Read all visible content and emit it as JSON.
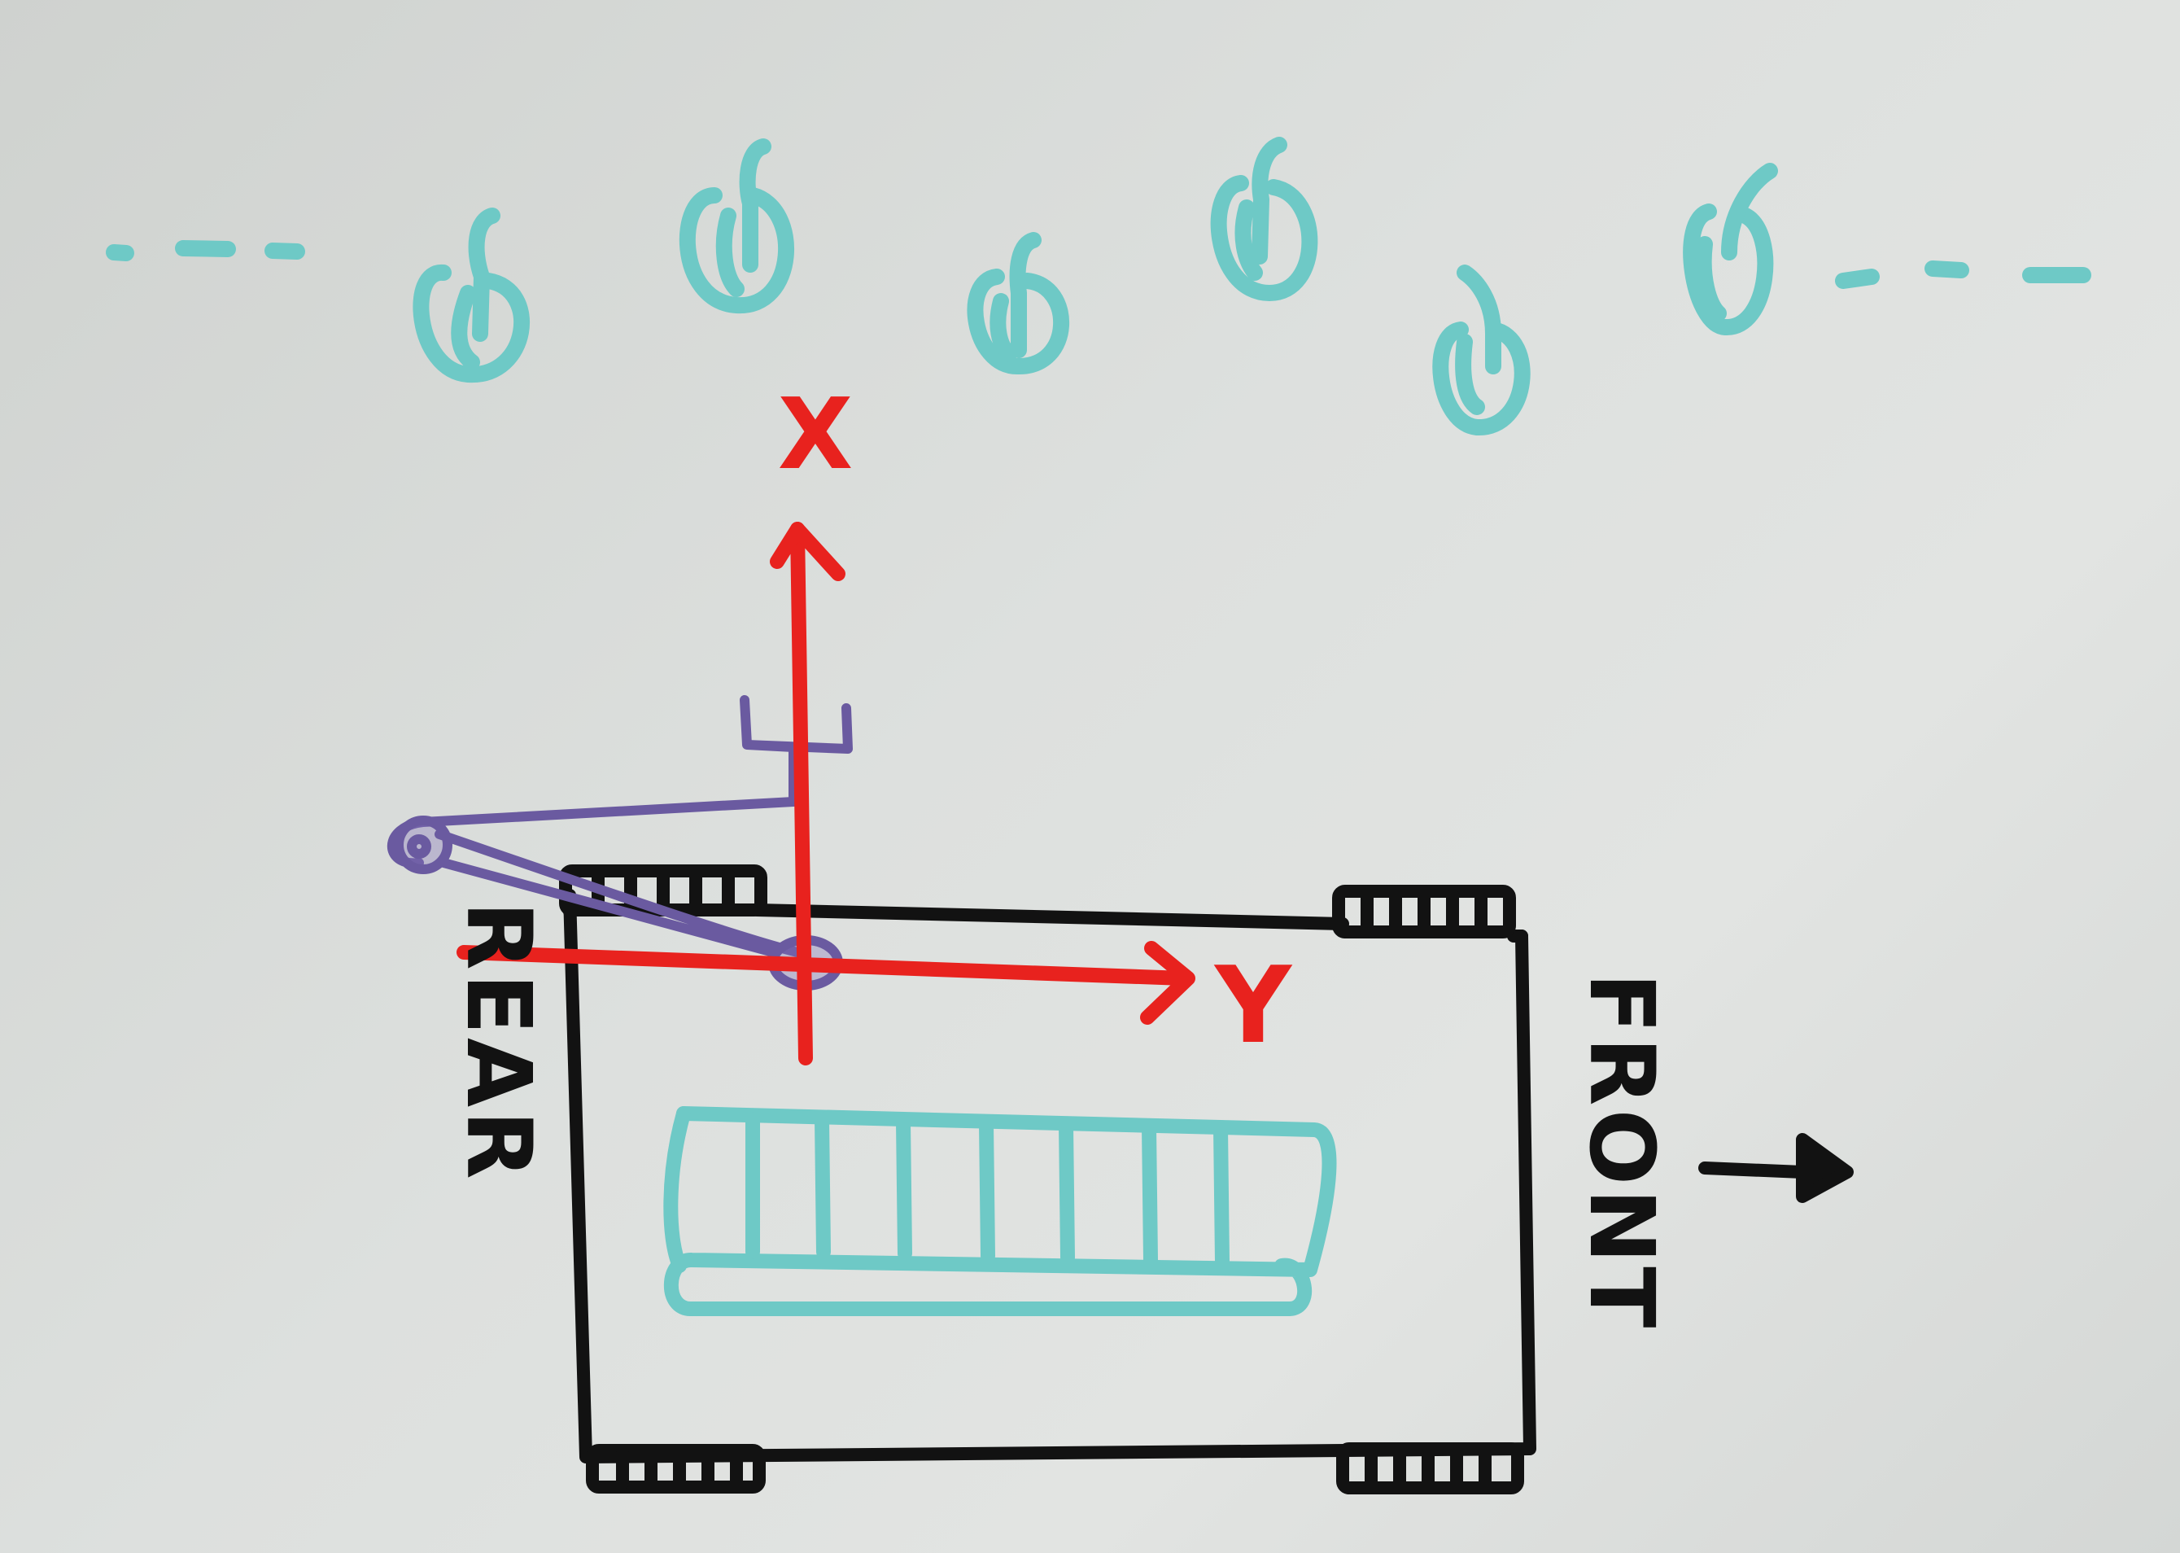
{
  "labels": {
    "x_axis": "X",
    "y_axis": "Y",
    "rear": "REAR",
    "front": "FRONT"
  },
  "colors": {
    "board": "#dcdfdd",
    "cyan_marker": "#6ec9c6",
    "red_marker": "#e8221e",
    "purple_marker": "#6a5aa0",
    "black_marker": "#121212"
  },
  "icons": {
    "direction": "arrow-right-icon",
    "joints": "chain-link-icon"
  }
}
